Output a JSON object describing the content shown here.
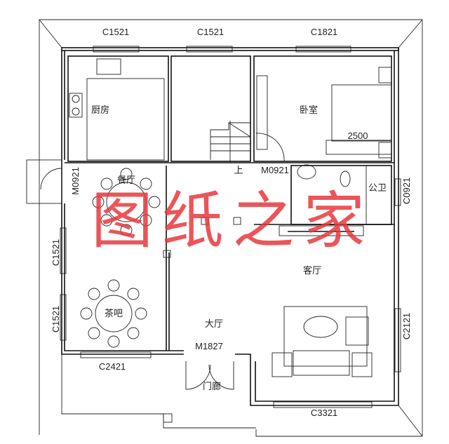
{
  "plan": {
    "windows": {
      "top_left": "C1521",
      "top_middle": "C1521",
      "top_right": "C1821",
      "left_upper": "C1521",
      "left_lower": "C1521",
      "bottom_left": "C2421",
      "right_upper": "C0921",
      "right_lower": "C2121",
      "bottom_right": "C3321"
    },
    "doors": {
      "side_door": "M0921",
      "bath_door": "M0921",
      "main_door": "M1827"
    },
    "rooms": {
      "kitchen": "厨房",
      "bedroom": "卧室",
      "bathroom": "公卫",
      "dining": "餐厅",
      "tea_bar": "茶吧",
      "living": "客厅",
      "hall": "大厅",
      "porch": "门廊"
    },
    "stair_label": "上",
    "dimension": "2500",
    "watermark": "图纸之家",
    "colors": {
      "lines": "#111111",
      "watermark": "#e8383d"
    }
  }
}
